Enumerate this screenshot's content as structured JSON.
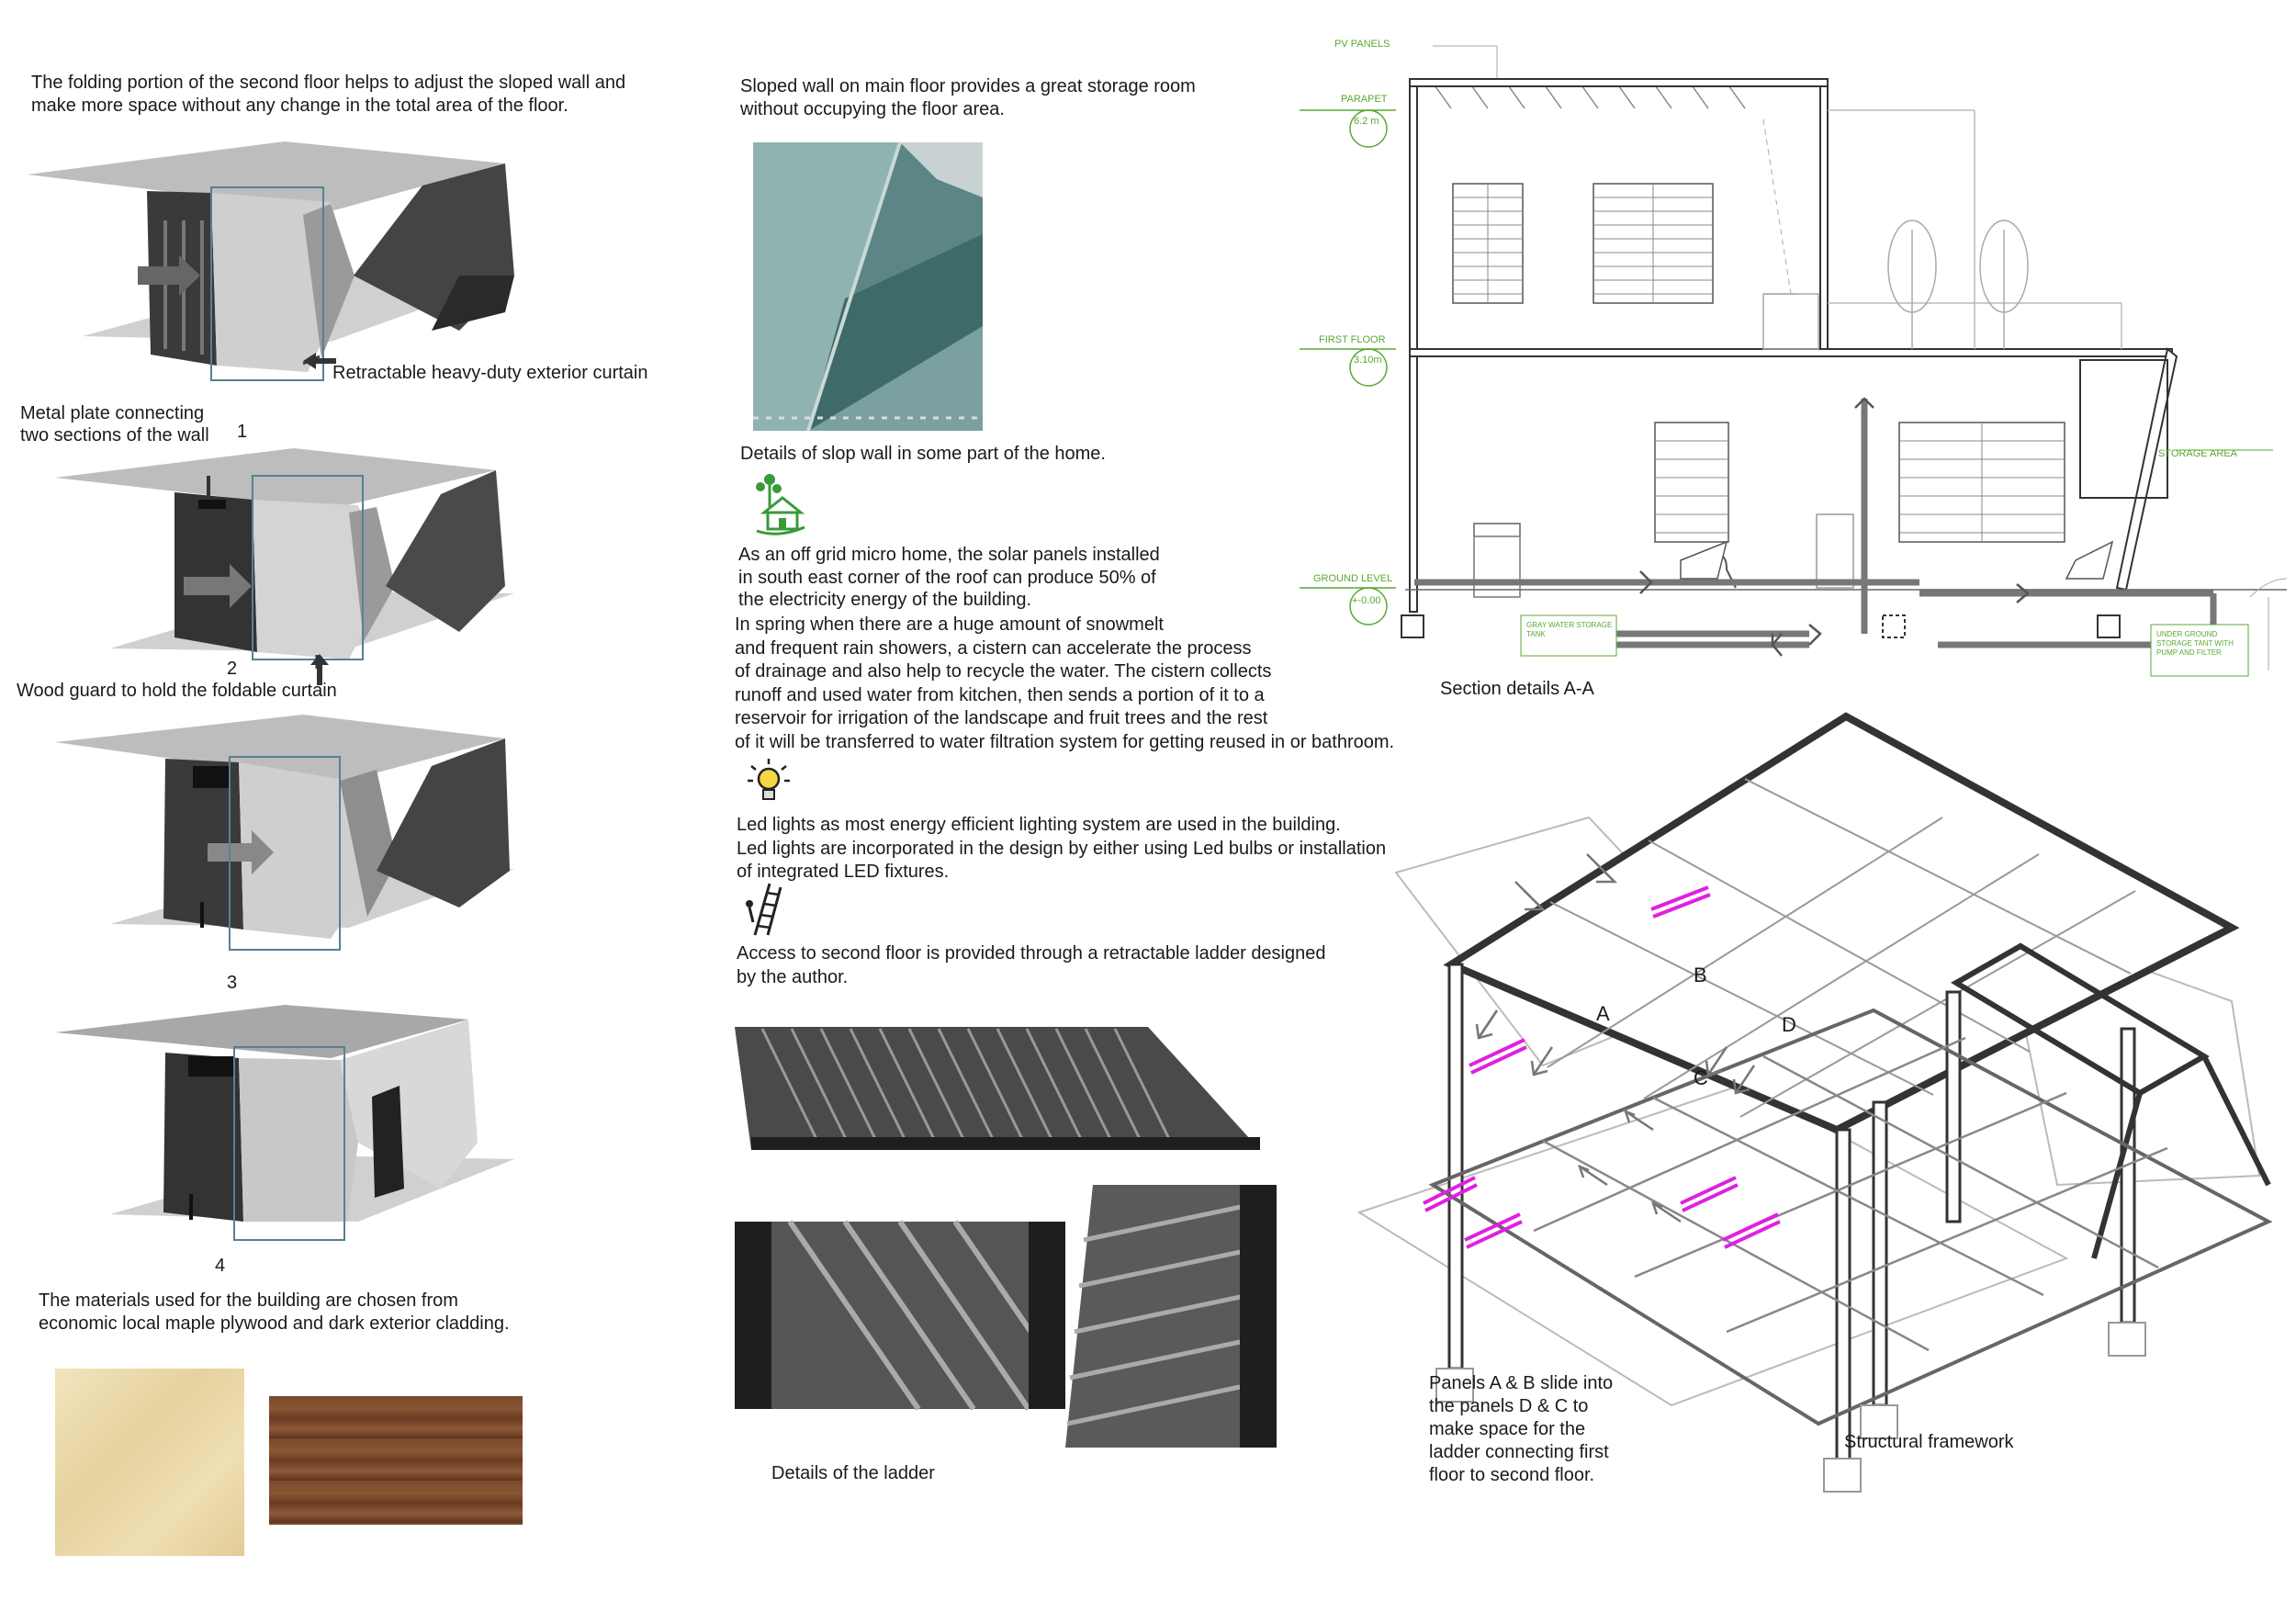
{
  "left": {
    "folding_text": "The folding portion of the second floor helps to adjust the sloped wall and\n make more space without any change in the total area of the floor.",
    "curtain_label": "Retractable heavy-duty exterior curtain",
    "metal_plate_label": "Metal plate connecting\ntwo sections of the wall",
    "wood_guard_label": "Wood guard to hold the foldable curtain",
    "step1": "1",
    "step2": "2",
    "step3": "3",
    "step4": "4",
    "materials_text": "The materials used for the building are chosen from\neconomic local maple plywood and dark exterior cladding."
  },
  "middle": {
    "sloped_wall_text": "Sloped wall on main floor provides a great storage room\nwithout occupying the floor area.",
    "slop_wall_caption": "Details of slop wall in some part of the home.",
    "offgrid_text": "As an off grid micro home, the solar panels installed\nin south east corner of the roof can produce 50% of\nthe electricity energy of the building.",
    "snow_text": "In spring when there are a huge amount of snowmelt\nand frequent rain showers, a cistern can accelerate the process\nof drainage and also help to recycle the water. The cistern collects\nrunoff and used water from kitchen, then sends a portion of it to a\nreservoir for irrigation of the landscape and fruit trees and the rest\nof it will be transferred to water filtration system for getting reused in or bathroom.",
    "led_text": "Led lights as most energy efficient lighting system are used in the building.\nLed lights are incorporated in the design by either using Led bulbs or installation\nof integrated LED fixtures.",
    "ladder_text": "Access to second floor is provided through a retractable ladder designed\nby the author.",
    "ladder_caption": "Details of the ladder"
  },
  "section": {
    "pv_panels": "PV PANELS",
    "parapet": "PARAPET",
    "parapet_level": "6.2 m",
    "first_floor": "FIRST FLOOR",
    "first_floor_level": "3.10m",
    "ground_level": "GROUND LEVEL",
    "ground_level_value": "+-0.00",
    "storage_area": "STORAGE AREA",
    "gray_water": "GRAY WATER STORAGE\nTANK",
    "underground": "UNDER GROUND\nSTORAGE TANT WITH\nPUMP AND FILTER",
    "caption": "Section details A-A"
  },
  "framework": {
    "panel_a": "A",
    "panel_b": "B",
    "panel_c": "C",
    "panel_d": "D",
    "panels_text": "Panels A & B slide into\nthe panels D & C to\nmake space for the\nladder connecting first\nfloor to second floor.",
    "caption": "Structural framework"
  },
  "colors": {
    "green": "#5aa832",
    "magenta": "#e020e0",
    "cladding": "#2e2e2e",
    "plywood": "#ecdcb0",
    "wood": "#7a4a2c"
  }
}
